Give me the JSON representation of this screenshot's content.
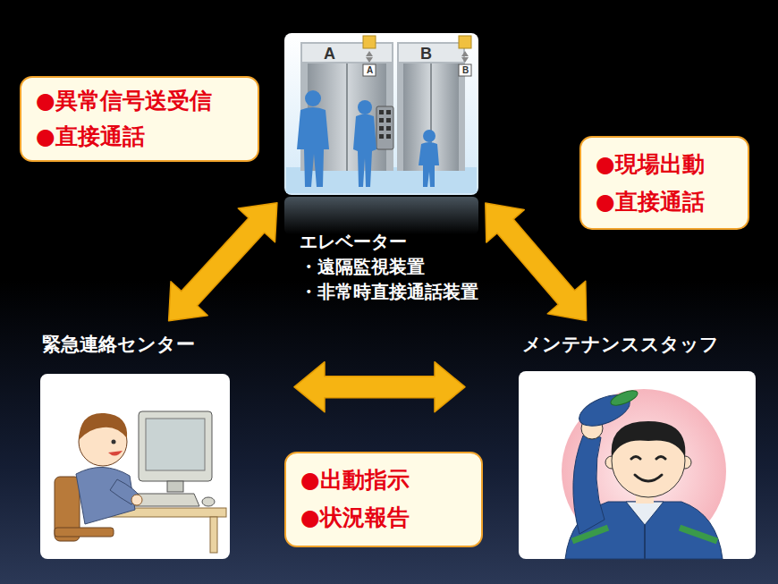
{
  "diagram": {
    "nodes": [
      {
        "text": [
          "エレベーター",
          "・遠隔監視装置",
          "・非常時直接通話装置"
        ]
      },
      {
        "text": [
          "●異常信号送受信",
          "●直接通話"
        ]
      },
      {
        "text": [
          "●現場出動",
          "●直接通話"
        ]
      },
      {
        "text": [
          "緊急連絡センター"
        ]
      },
      {
        "text": [
          "メンテナンススタッフ"
        ]
      },
      {
        "text": [
          "●出動指示",
          "●状況報告"
        ]
      }
    ],
    "edges": [
      {
        "from": 0,
        "to": 3,
        "arrow": "both"
      },
      {
        "from": 0,
        "to": 4,
        "arrow": "both"
      },
      {
        "from": 3,
        "to": 4,
        "arrow": "both"
      }
    ],
    "labels": [
      "A",
      "B",
      "A",
      "B"
    ]
  }
}
